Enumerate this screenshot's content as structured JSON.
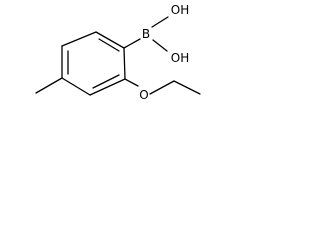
{
  "molecule": {
    "atoms": {
      "boron": "B",
      "hydroxyl_upper": "OH",
      "hydroxyl_lower": "OH",
      "ether_oxygen": "O"
    }
  }
}
